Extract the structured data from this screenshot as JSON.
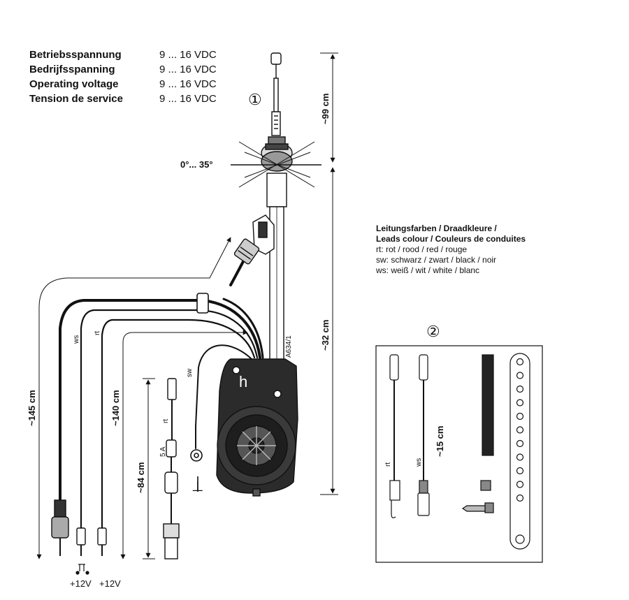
{
  "specs": {
    "rows": [
      {
        "label": "Betriebsspannung",
        "value": "9 ... 16 VDC"
      },
      {
        "label": "Bedrijfsspanning",
        "value": "9 ... 16 VDC"
      },
      {
        "label": "Operating voltage",
        "value": "9 ... 16 VDC"
      },
      {
        "label": "Tension de service",
        "value": "9 ... 16 VDC"
      }
    ]
  },
  "callouts": {
    "one": "①",
    "two": "②"
  },
  "angle": "0°... 35°",
  "dims": {
    "mast": "~99 cm",
    "body": "~32 cm",
    "cable145": "~145 cm",
    "cable140": "~140 cm",
    "cable84": "~84 cm",
    "kit15": "~15 cm"
  },
  "model": "A634/1",
  "leads": {
    "title1": "Leitungsfarben / Draadkleure /",
    "title2": "Leads colour / Couleurs de conduites",
    "rt": "rt: rot / rood / red / rouge",
    "sw": "sw: schwarz / zwart / black / noir",
    "ws": "ws: weiß / wit / white / blanc"
  },
  "wire_labels": {
    "ws": "ws",
    "rt": "rt",
    "sw": "sw",
    "fuse_rt": "rt",
    "fuse": "5 A",
    "kit_rt": "rt",
    "kit_ws": "ws"
  },
  "ground_symbol": "⊥",
  "motor_letter": "h",
  "voltages": {
    "v1": "+12V",
    "v2": "+12V"
  }
}
